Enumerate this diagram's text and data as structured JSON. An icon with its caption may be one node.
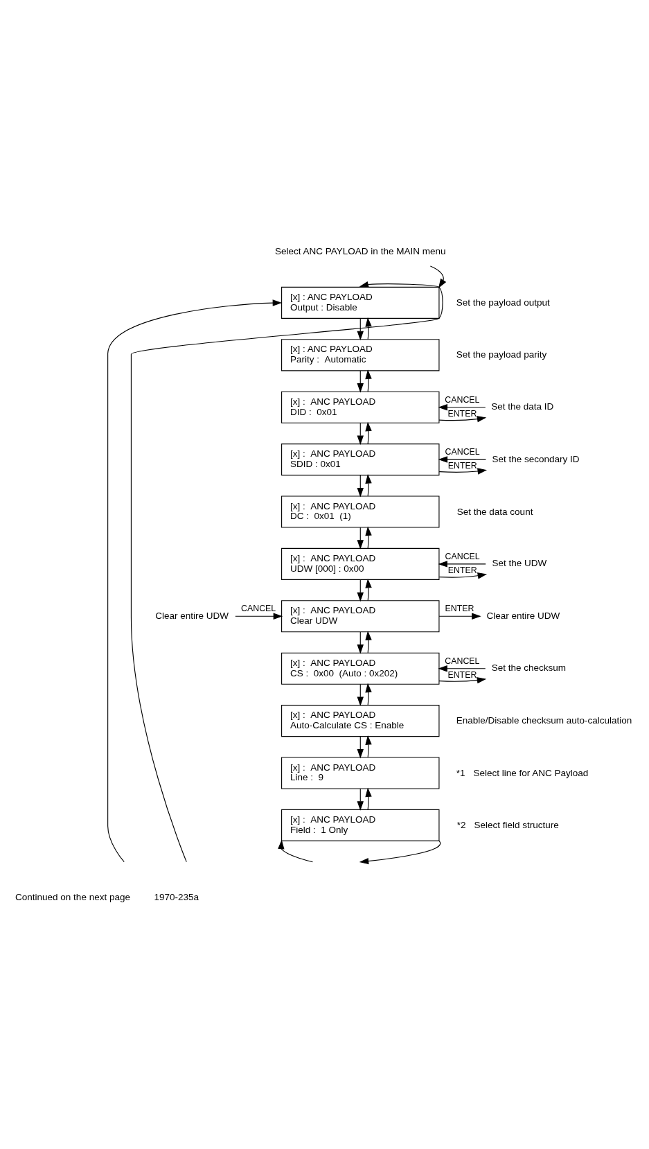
{
  "diagram": {
    "nodes": [
      {
        "text": [
          "Select ANC PAYLOAD in the MAIN menu"
        ]
      },
      {
        "text": [
          "[x] : ANC PAYLOAD",
          "Output : Disable"
        ],
        "beside": [
          "Set the payload output"
        ]
      },
      {
        "text": [
          "[x] : ANC PAYLOAD",
          "Parity :  Automatic"
        ],
        "beside": [
          "Set the payload parity"
        ]
      },
      {
        "text": [
          "[x] :  ANC PAYLOAD",
          "DID :  0x01"
        ]
      },
      {
        "text": [
          "Set the data ID"
        ]
      },
      {
        "text": [
          "[x] :  ANC PAYLOAD",
          "SDID : 0x01"
        ]
      },
      {
        "text": [
          "Set the secondary ID"
        ]
      },
      {
        "text": [
          "[x] :  ANC PAYLOAD",
          "DC :  0x01  (1)"
        ],
        "beside": [
          "Set the data count"
        ]
      },
      {
        "text": [
          "[x] :  ANC PAYLOAD",
          "UDW [000] : 0x00"
        ]
      },
      {
        "text": [
          "Set the UDW"
        ]
      },
      {
        "text": [
          "[x] :  ANC PAYLOAD",
          "Clear UDW"
        ]
      },
      {
        "text": [
          "Clear entire UDW"
        ]
      },
      {
        "text": [
          "Clear entire UDW"
        ]
      },
      {
        "text": [
          "[x] :  ANC PAYLOAD",
          "CS :  0x00  (Auto : 0x202)"
        ]
      },
      {
        "text": [
          "Set the checksum"
        ]
      },
      {
        "text": [
          "[x] :  ANC PAYLOAD",
          "Auto-Calculate CS : Enable"
        ],
        "beside": [
          "Enable/Disable checksum auto-calculation"
        ]
      },
      {
        "text": [
          "[x] :  ANC PAYLOAD",
          "Line :  9"
        ],
        "beside": [
          "*1",
          "Select line for ANC Payload"
        ]
      },
      {
        "text": [
          "[x] :  ANC PAYLOAD",
          "Field :  1 Only"
        ],
        "beside": [
          "*2",
          "Select field structure"
        ]
      }
    ],
    "edges": [
      {
        "from": 0,
        "to": 1,
        "arrow": "to"
      },
      {
        "from": null,
        "to": 1,
        "arrow": "to"
      },
      {
        "from": null,
        "to": 1,
        "arrow": "to"
      },
      {
        "from": 1,
        "to": 2,
        "arrow": "to"
      },
      {
        "from": 2,
        "to": 1,
        "arrow": "to"
      },
      {
        "from": 2,
        "to": 3,
        "arrow": "to"
      },
      {
        "from": 3,
        "to": 2,
        "arrow": "to"
      },
      {
        "from": 3,
        "to": 4,
        "arrow": "to",
        "label": "ENTER"
      },
      {
        "from": 4,
        "to": 3,
        "arrow": "to",
        "label": "CANCEL"
      },
      {
        "from": 3,
        "to": 5,
        "arrow": "to"
      },
      {
        "from": 5,
        "to": 3,
        "arrow": "to"
      },
      {
        "from": 5,
        "to": 6,
        "arrow": "to",
        "label": "ENTER"
      },
      {
        "from": 6,
        "to": 5,
        "arrow": "to",
        "label": "CANCEL"
      },
      {
        "from": 5,
        "to": 7,
        "arrow": "to"
      },
      {
        "from": 7,
        "to": 5,
        "arrow": "to"
      },
      {
        "from": 7,
        "to": 8,
        "arrow": "to"
      },
      {
        "from": 8,
        "to": 7,
        "arrow": "to"
      },
      {
        "from": 8,
        "to": 9,
        "arrow": "to",
        "label": "ENTER"
      },
      {
        "from": 9,
        "to": 8,
        "arrow": "to",
        "label": "CANCEL"
      },
      {
        "from": 8,
        "to": 10,
        "arrow": "to"
      },
      {
        "from": 10,
        "to": 8,
        "arrow": "to"
      },
      {
        "from": 10,
        "to": 11,
        "arrow": "to",
        "label": "ENTER"
      },
      {
        "from": 12,
        "to": 10,
        "arrow": "to",
        "label": "CANCEL"
      },
      {
        "from": 10,
        "to": 13,
        "arrow": "to"
      },
      {
        "from": 13,
        "to": 10,
        "arrow": "to"
      },
      {
        "from": 13,
        "to": 14,
        "arrow": "to",
        "label": "ENTER"
      },
      {
        "from": 14,
        "to": 13,
        "arrow": "to",
        "label": "CANCEL"
      },
      {
        "from": 13,
        "to": 15,
        "arrow": "to"
      },
      {
        "from": 15,
        "to": 13,
        "arrow": "to"
      },
      {
        "from": 15,
        "to": 16,
        "arrow": "to"
      },
      {
        "from": 16,
        "to": 15,
        "arrow": "to"
      },
      {
        "from": 16,
        "to": 17,
        "arrow": "to"
      },
      {
        "from": 17,
        "to": 16,
        "arrow": "to"
      },
      {
        "from": 17,
        "to": null,
        "arrow": "to"
      },
      {
        "from": null,
        "to": 17,
        "arrow": "to"
      }
    ],
    "labels": [
      "Continued on the next page",
      "1970-235a"
    ]
  }
}
